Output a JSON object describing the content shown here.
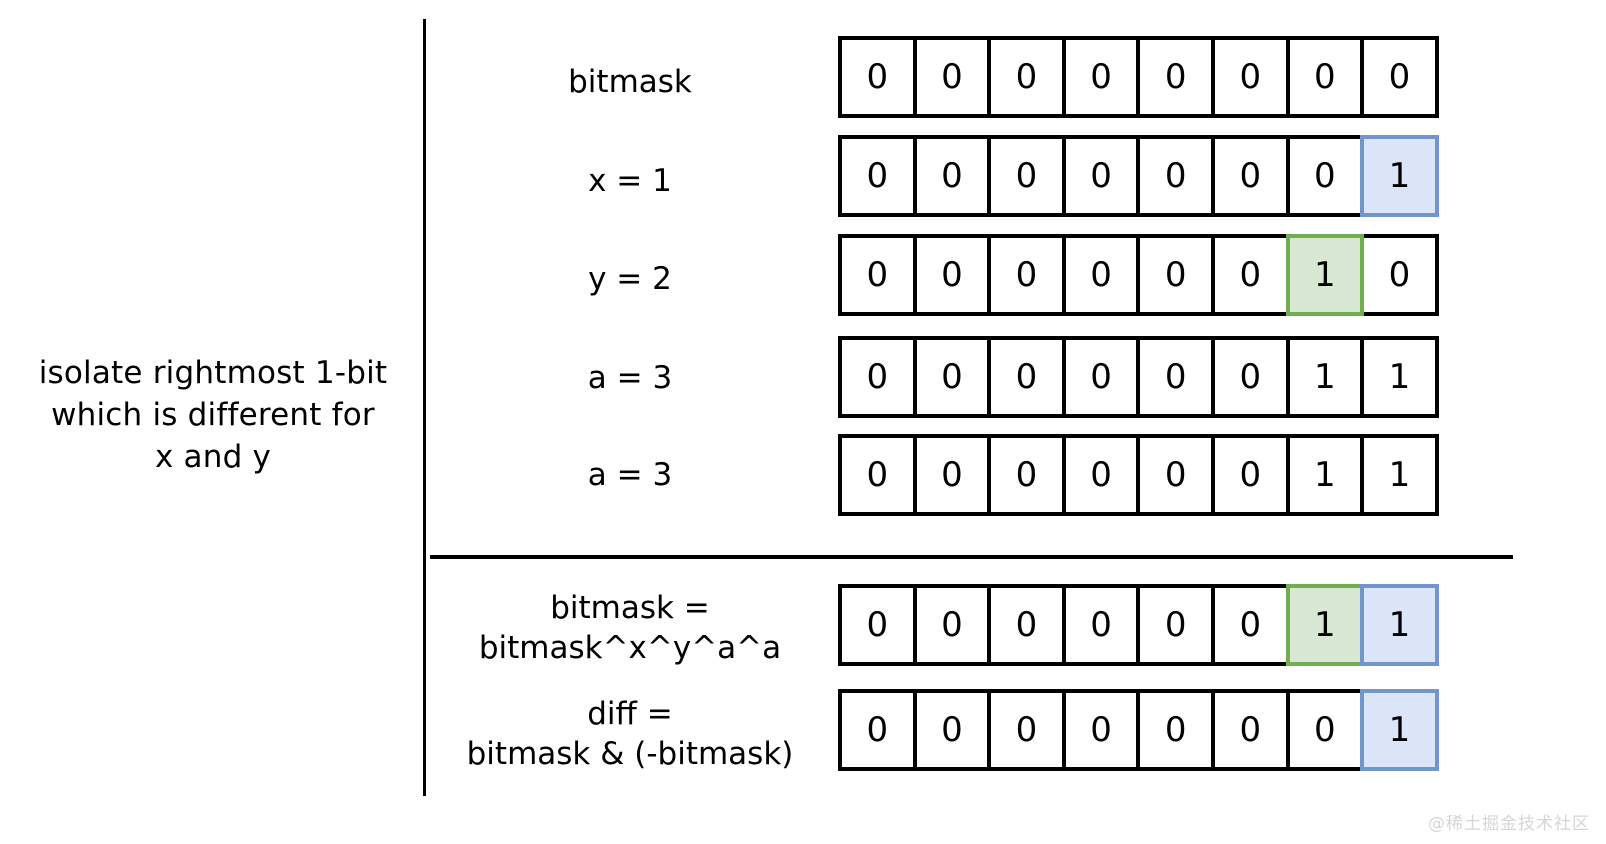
{
  "explanation": {
    "text": "isolate rightmost 1-bit\nwhich is different for\nx and y"
  },
  "watermark": {
    "text": "@稀土掘金技术社区"
  },
  "colors": {
    "highlight_blue_fill": "#dbe5f7",
    "highlight_blue_border": "#7295ca",
    "highlight_green_fill": "#d9e8d2",
    "highlight_green_border": "#72ad51",
    "box_border": "#000000",
    "background": "#ffffff",
    "watermark": "#d3d5d8"
  },
  "chart_data": {
    "type": "table",
    "title": "isolate rightmost 1-bit which is different for x and y",
    "columns": 8,
    "rows": [
      {
        "label": "bitmask",
        "bits": [
          "0",
          "0",
          "0",
          "0",
          "0",
          "0",
          "0",
          "0"
        ],
        "highlights": [
          "none",
          "none",
          "none",
          "none",
          "none",
          "none",
          "none",
          "none"
        ],
        "section": "top"
      },
      {
        "label": "x = 1",
        "bits": [
          "0",
          "0",
          "0",
          "0",
          "0",
          "0",
          "0",
          "1"
        ],
        "highlights": [
          "none",
          "none",
          "none",
          "none",
          "none",
          "none",
          "none",
          "blue"
        ],
        "section": "top"
      },
      {
        "label": "y = 2",
        "bits": [
          "0",
          "0",
          "0",
          "0",
          "0",
          "0",
          "1",
          "0"
        ],
        "highlights": [
          "none",
          "none",
          "none",
          "none",
          "none",
          "none",
          "green",
          "none"
        ],
        "section": "top"
      },
      {
        "label": "a = 3",
        "bits": [
          "0",
          "0",
          "0",
          "0",
          "0",
          "0",
          "1",
          "1"
        ],
        "highlights": [
          "none",
          "none",
          "none",
          "none",
          "none",
          "none",
          "none",
          "none"
        ],
        "section": "top"
      },
      {
        "label": "a = 3",
        "bits": [
          "0",
          "0",
          "0",
          "0",
          "0",
          "0",
          "1",
          "1"
        ],
        "highlights": [
          "none",
          "none",
          "none",
          "none",
          "none",
          "none",
          "none",
          "none"
        ],
        "section": "top"
      },
      {
        "label": "bitmask =\nbitmask^x^y^a^a",
        "bits": [
          "0",
          "0",
          "0",
          "0",
          "0",
          "0",
          "1",
          "1"
        ],
        "highlights": [
          "none",
          "none",
          "none",
          "none",
          "none",
          "none",
          "green",
          "blue"
        ],
        "section": "bottom"
      },
      {
        "label": "diff =\nbitmask & (-bitmask)",
        "bits": [
          "0",
          "0",
          "0",
          "0",
          "0",
          "0",
          "0",
          "1"
        ],
        "highlights": [
          "none",
          "none",
          "none",
          "none",
          "none",
          "none",
          "none",
          "blue"
        ],
        "section": "bottom"
      }
    ]
  },
  "layout": {
    "row_tops": [
      36,
      135,
      234,
      336,
      434,
      584,
      689
    ],
    "label_tops": [
      62,
      161,
      259,
      358,
      455,
      588,
      694
    ]
  }
}
